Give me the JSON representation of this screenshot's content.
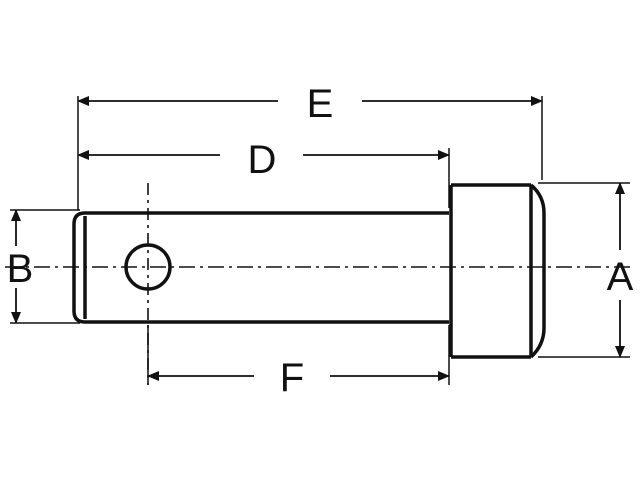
{
  "diagram": {
    "labels": {
      "overall_length": "E",
      "length_to_head": "D",
      "hole_to_head": "F",
      "pin_diameter": "B",
      "head_diameter": "A"
    },
    "colors": {
      "ink": "#111111",
      "background": "#ffffff"
    }
  }
}
